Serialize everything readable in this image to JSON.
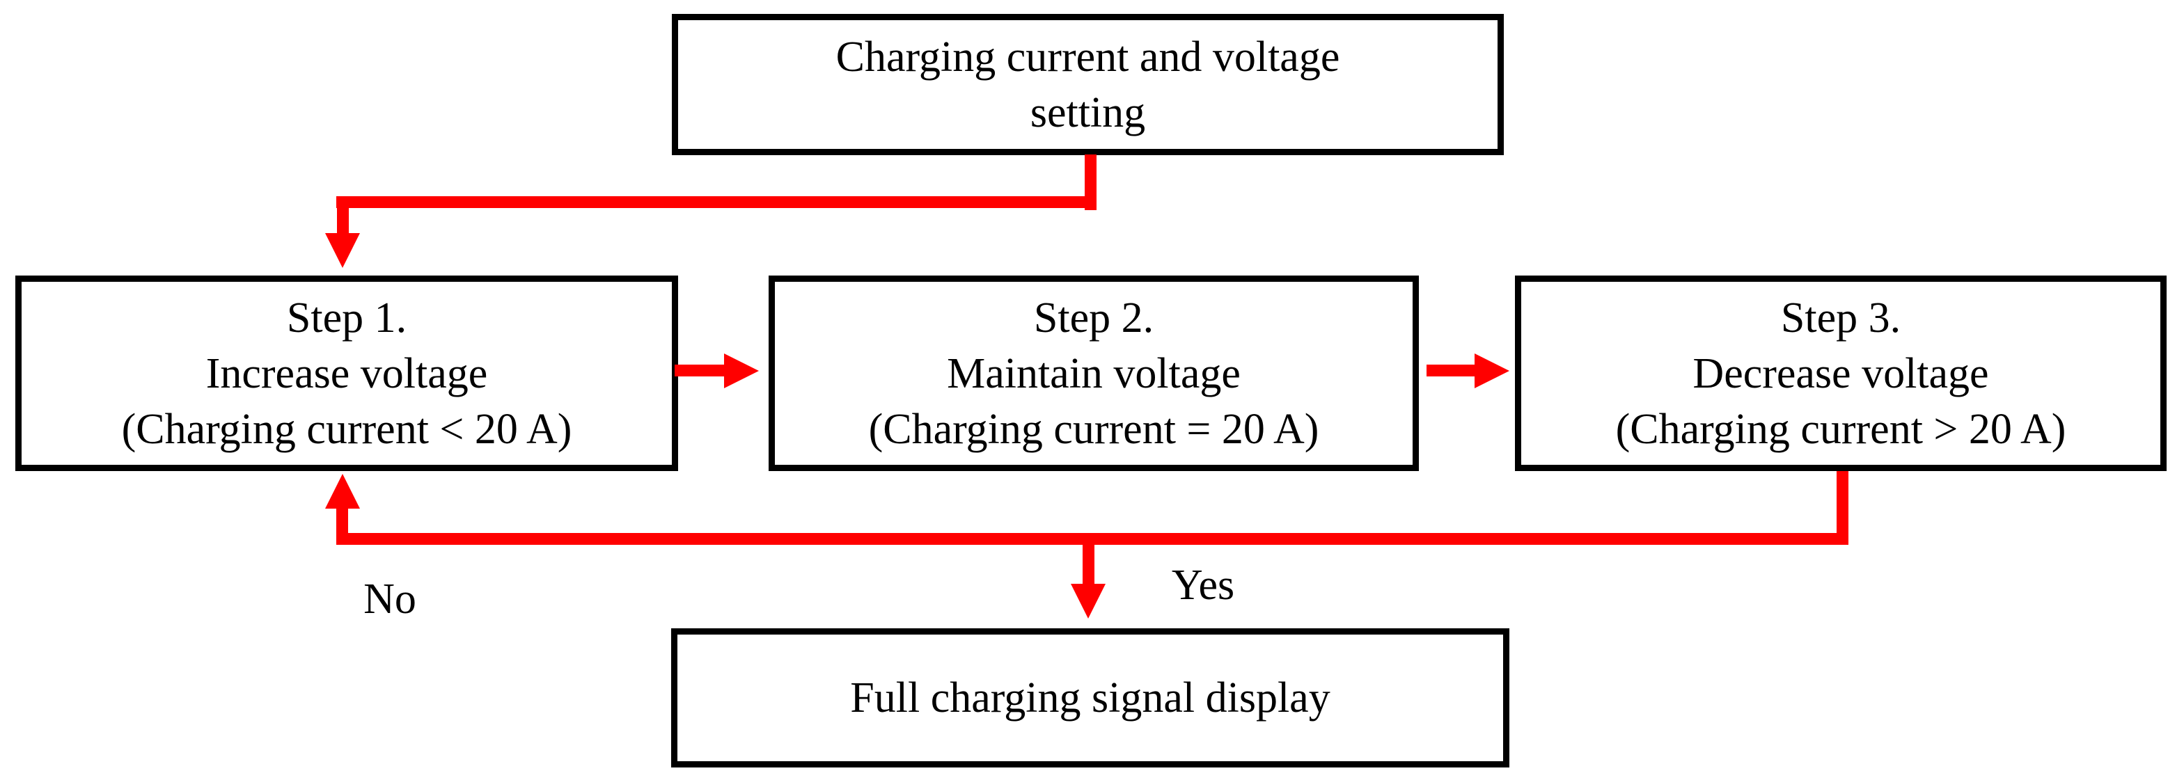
{
  "figure": {
    "type": "flowchart",
    "nodes": {
      "start": {
        "lines": [
          "Charging current and voltage",
          "setting"
        ]
      },
      "step1": {
        "lines": [
          "Step 1.",
          "Increase voltage",
          "(Charging current < 20 A)"
        ]
      },
      "step2": {
        "lines": [
          "Step 2.",
          "Maintain voltage",
          "(Charging current = 20 A)"
        ]
      },
      "step3": {
        "lines": [
          "Step 3.",
          "Decrease voltage",
          "(Charging current > 20 A)"
        ]
      },
      "end": {
        "lines": [
          "Full charging signal display"
        ]
      }
    },
    "edges": [
      {
        "from": "start",
        "to": "step1",
        "label": ""
      },
      {
        "from": "step1",
        "to": "step2",
        "label": ""
      },
      {
        "from": "step2",
        "to": "step3",
        "label": ""
      },
      {
        "from": "step3",
        "to": "step1",
        "label": "No"
      },
      {
        "from": "step3",
        "to": "end",
        "label": "Yes"
      }
    ],
    "colors": {
      "arrow": "#ff0000",
      "node_border": "#000000",
      "text": "#000000",
      "background": "#ffffff"
    }
  }
}
